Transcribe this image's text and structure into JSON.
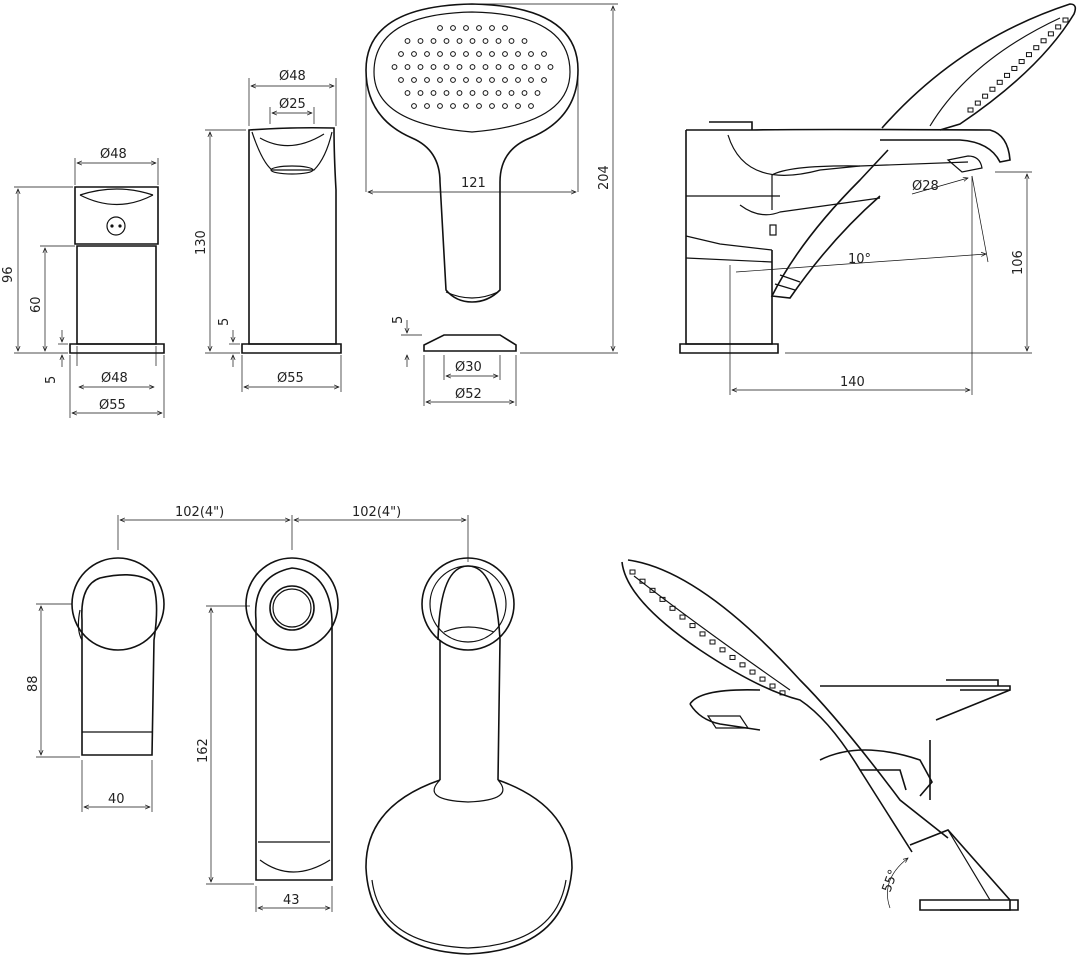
{
  "dims": {
    "d48_a": "Ø48",
    "h96": "96",
    "h60": "60",
    "h5_a": "5",
    "d48_b": "Ø48",
    "d55_a": "Ø55",
    "d48_c": "Ø48",
    "d25": "Ø25",
    "h130": "130",
    "h5_b": "5",
    "d55_b": "Ø55",
    "w121": "121",
    "h204": "204",
    "h5_c": "5",
    "d30": "Ø30",
    "d52": "Ø52",
    "d28": "Ø28",
    "a10": "10°",
    "h106": "106",
    "w140": "140",
    "s102_a": "102(4\")",
    "s102_b": "102(4\")",
    "h88": "88",
    "w40": "40",
    "h162": "162",
    "w43": "43",
    "a55": "55°"
  }
}
